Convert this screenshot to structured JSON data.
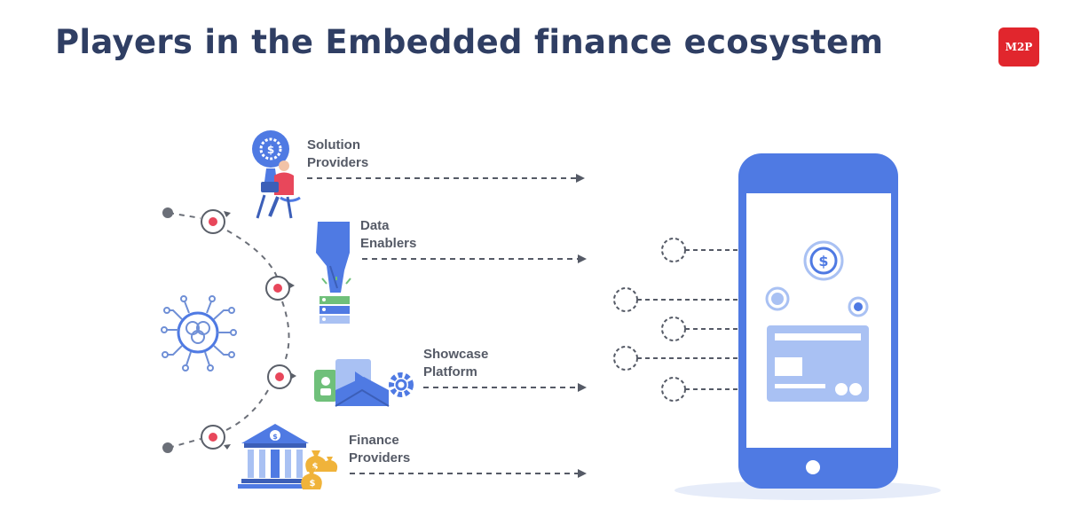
{
  "header": {
    "title": "Players in the Embedded finance ecosystem",
    "logo_text": "M2P"
  },
  "players": [
    {
      "id": "solution-providers",
      "line1": "Solution",
      "line2": "Providers"
    },
    {
      "id": "data-enablers",
      "line1": "Data",
      "line2": "Enablers"
    },
    {
      "id": "showcase-platform",
      "line1": "Showcase",
      "line2": "Platform"
    },
    {
      "id": "finance-providers",
      "line1": "Finance",
      "line2": "Providers"
    }
  ],
  "icons": {
    "solution-providers": "person-with-laptop-and-gear-icon",
    "data-enablers": "hand-pressing-server-icon",
    "showcase-platform": "video-envelope-gear-icon",
    "finance-providers": "bank-with-money-bags-icon",
    "hub": "circuit-chip-icon",
    "phone": "smartphone-payment-icon"
  },
  "colors": {
    "title": "#2f3e63",
    "brand": "#e1262d",
    "primary_blue": "#4f7ae3",
    "light_blue": "#a9c1f3",
    "dashed": "#555a66",
    "node_dot": "#e8475b"
  }
}
